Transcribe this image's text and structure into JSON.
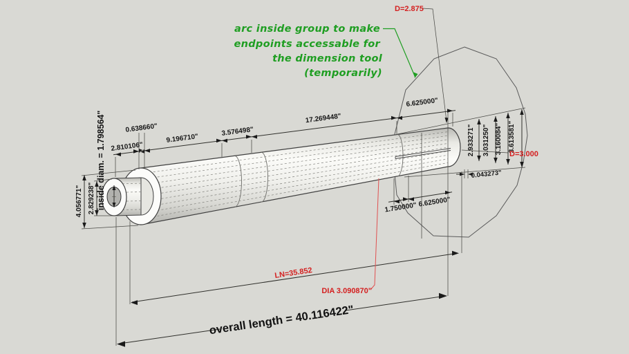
{
  "scene": {
    "background_color": "#d9d9d4",
    "line_color": "#3f3f3f",
    "red_color": "#d42020",
    "green_color": "#1f9e22",
    "description": "CAD perspective drawing of a tapered hollow pole with dimension annotations"
  },
  "note": {
    "line1": "arc inside group to make",
    "line2": "endpoints accessable for",
    "line3": "the dimension tool",
    "line4": "(temporarily)"
  },
  "dims": {
    "top": [
      "2.810106\"",
      "0.638660\"",
      "9.196710\"",
      "3.576498\"",
      "17.269448\"",
      "6.625000\""
    ],
    "left": {
      "outer": "4.056771\"",
      "stub": "2.829238\"",
      "inside": "inside diam. = 1.798564\""
    },
    "right": [
      "2.933271\"",
      "3.031250\"",
      "3.160084\"",
      "3.613581\""
    ],
    "offset_small": "0.043273\"",
    "bottom_chain": [
      "1.750000\"",
      "6.625000\""
    ],
    "length_ln": "LN=35.852",
    "dia": "DIA 3.090870\"",
    "d_top": "D=2.875",
    "d_right": "D=3.000",
    "overall": "overall length = 40.116422\""
  }
}
